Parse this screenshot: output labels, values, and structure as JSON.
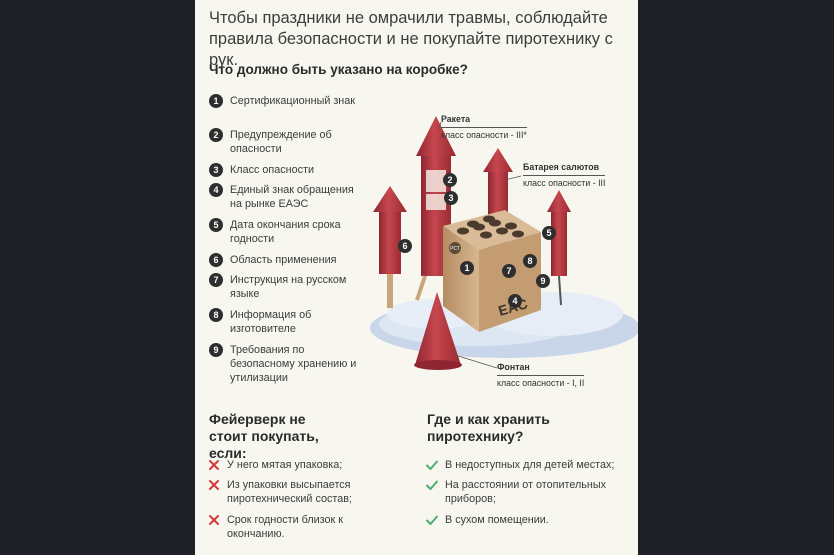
{
  "intro": "Чтобы праздники не омрачили травмы, соблюдайте правила безопасности и не покупайте пиротехнику с рук.",
  "box_section": {
    "title": "Что должно быть указано на коробке?",
    "items": [
      {
        "num": "1",
        "text": "Сертификационный знак"
      },
      {
        "num": "2",
        "text": "Предупреждение об опасности"
      },
      {
        "num": "3",
        "text": "Класс опасности"
      },
      {
        "num": "4",
        "text": "Единый знак обращения на рынке ЕАЭС"
      },
      {
        "num": "5",
        "text": "Дата окончания срока годности"
      },
      {
        "num": "6",
        "text": "Область применения"
      },
      {
        "num": "7",
        "text": "Инструкция на русском языке"
      },
      {
        "num": "8",
        "text": "Информация об изготовителе"
      },
      {
        "num": "9",
        "text": "Требования по безопасному хранению и утилизации"
      }
    ]
  },
  "callouts": {
    "rocket": {
      "name": "Ракета",
      "class": "класс опасности - III*"
    },
    "battery": {
      "name": "Батарея салютов",
      "class": "класс опасности - III"
    },
    "fountain": {
      "name": "Фонтан",
      "class": "класс опасности - I, II"
    }
  },
  "box_marks": {
    "eac": "EAC",
    "seal": "РСТ"
  },
  "dont_buy": {
    "title": "Фейерверк не стоит покупать, если:",
    "items": [
      "У него мятая упаковка;",
      "Из упаковки высыпается пиротехнический состав;",
      "Срок годности близок к окончанию."
    ]
  },
  "storage": {
    "title": "Где и как хранить пиротехнику?",
    "items": [
      "В недоступных для детей местах;",
      "На расстоянии от отопительных приборов;",
      "В сухом помещении."
    ]
  },
  "colors": {
    "background": "#1f2025",
    "page": "#f7f6ef",
    "rocket_red": "#b9383f",
    "box_tan": "#c9a57e",
    "cross_red": "#d33a3a",
    "check_green": "#4caf6e"
  }
}
